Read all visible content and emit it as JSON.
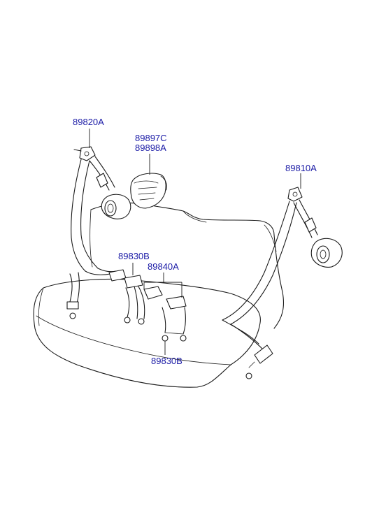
{
  "parts": {
    "front_left_belt": "89820A",
    "center_buckle_upper": "89897C",
    "center_buckle_lower": "89898A",
    "right_belt": "89810A",
    "buckle_left": "89830B",
    "buckle_center": "89840A",
    "buckle_bottom": "89830B"
  }
}
